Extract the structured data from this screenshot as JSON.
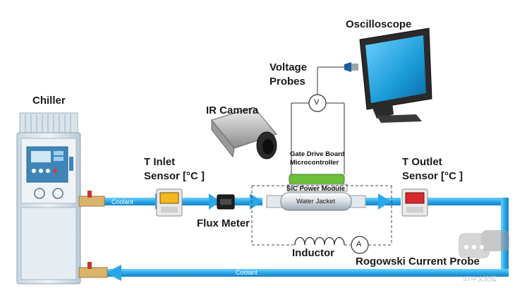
{
  "labels": {
    "chiller": "Chiller",
    "ir_camera": "IR Camera",
    "voltage_probes": "Voltage\nProbes",
    "oscilloscope": "Oscilloscope",
    "t_inlet": "T Inlet\nSensor [°C ]",
    "t_outlet": "T Outlet\nSensor [°C ]",
    "gate_drive": "Gate Drive Board\nMicrocontroller",
    "sic_module": "SiC Power Module",
    "water_jacket": "Water Jacket",
    "flux_meter": "Flux Meter",
    "inductor": "Inductor",
    "rogowski": "Rogowski Current Probe",
    "coolant_top": "Coolant",
    "coolant_bottom": "Coolant",
    "voltmeter_symbol": "V",
    "ammeter_symbol": "A",
    "watermark": "ST中文论坛"
  },
  "colors": {
    "coolant_pipe": "#29a8e8",
    "pipe_dark": "#1a7fc4",
    "chiller_body": "#dde8ef",
    "chiller_panel": "#3f86b8",
    "gate_board": "#6cbf3c",
    "sensor_inlet_display": "#f2b81c",
    "sensor_outlet_display": "#d8282c",
    "monitor_screen": "#1a9cd8"
  },
  "icons": {
    "chiller": "chiller-unit-icon",
    "camera": "ir-camera-icon",
    "oscilloscope": "monitor-icon",
    "inlet_sensor": "temperature-sensor-icon",
    "outlet_sensor": "temperature-sensor-icon",
    "flux_meter": "flow-meter-icon",
    "watermark": "chat-bubble-icon"
  }
}
